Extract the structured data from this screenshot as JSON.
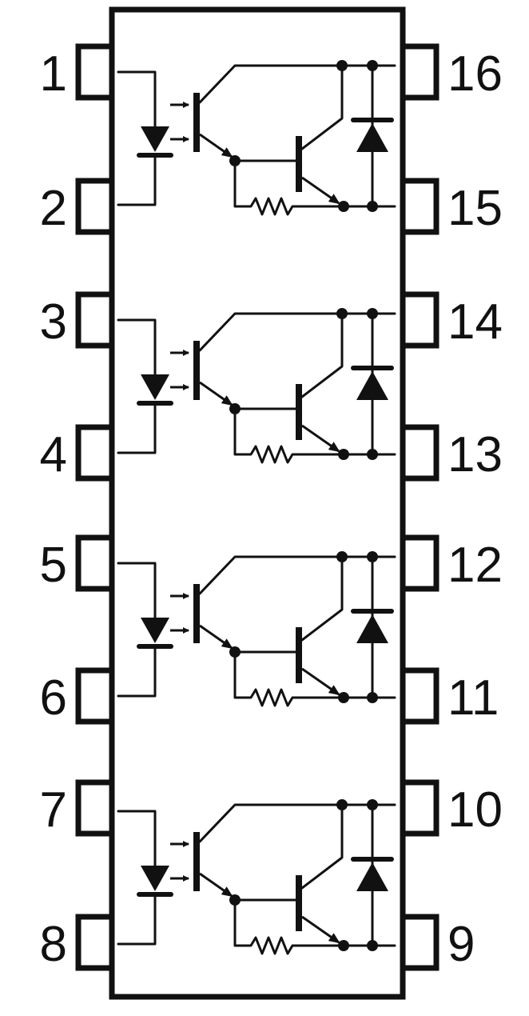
{
  "colors": {
    "ink": "#111111",
    "background": "#ffffff"
  },
  "pins": {
    "left": [
      "1",
      "2",
      "3",
      "4",
      "5",
      "6",
      "7",
      "8"
    ],
    "right": [
      "16",
      "15",
      "14",
      "13",
      "12",
      "11",
      "10",
      "9"
    ]
  },
  "channel_count": 4
}
